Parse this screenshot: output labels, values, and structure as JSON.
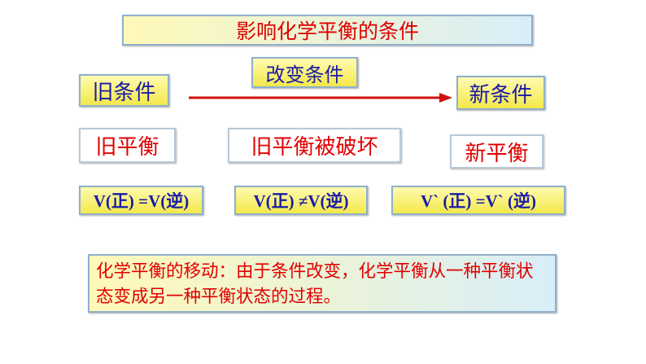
{
  "title": "影响化学平衡的条件",
  "change_condition": "改变条件",
  "old_condition": "旧条件",
  "new_condition": "新条件",
  "old_equilibrium": "旧平衡",
  "broken": "旧平衡被破坏",
  "new_equilibrium": "新平衡",
  "v_old": "V(正) =V(逆)",
  "v_broken": "V(正) ≠V(逆)",
  "v_new": "V` (正) =V` (逆)",
  "definition": "化学平衡的移动：由于条件改变，化学平衡从一种平衡状态变成另一种平衡状态的过程。",
  "colors": {
    "red": "#e00000",
    "blue": "#1a1aa8",
    "arrow": "#d01010"
  }
}
